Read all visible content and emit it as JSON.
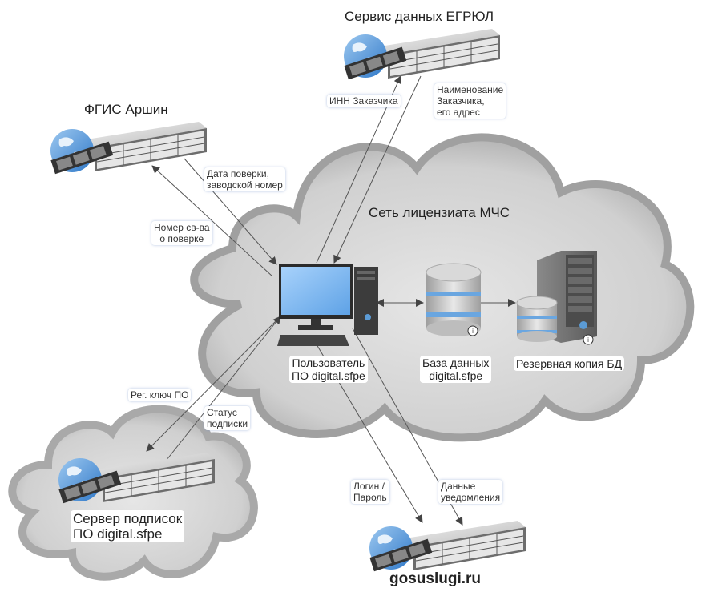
{
  "nodes": {
    "egrul": {
      "title": "Сервис данных ЕГРЮЛ",
      "icon": "web-server-icon"
    },
    "arshin": {
      "title": "ФГИС Аршин",
      "icon": "web-server-icon"
    },
    "network": {
      "title": "Сеть лицензиата МЧС",
      "icon": "cloud-icon"
    },
    "user": {
      "line1": "Пользователь",
      "line2": "ПО digital.sfpe",
      "icon": "workstation-icon"
    },
    "db": {
      "line1": "База данных",
      "line2": "digital.sfpe",
      "icon": "database-icon"
    },
    "backup": {
      "title": "Резервная копия БД",
      "icon": "backup-server-icon"
    },
    "subscriptions": {
      "line1": "Сервер подписок",
      "line2": "ПО digital.sfpe",
      "icon": "web-server-icon"
    },
    "gosuslugi": {
      "title": "gosuslugi.ru",
      "icon": "web-server-icon"
    }
  },
  "edges": [
    {
      "id": "inn",
      "lines": [
        "ИНН Заказчика"
      ]
    },
    {
      "id": "name",
      "lines": [
        "Наименование",
        "Заказчика,",
        "его адрес"
      ]
    },
    {
      "id": "date",
      "lines": [
        "Дата поверки,",
        "заводской номер"
      ]
    },
    {
      "id": "cert",
      "lines": [
        "Номер св-ва",
        "о поверке"
      ]
    },
    {
      "id": "regkey",
      "lines": [
        "Рег. ключ ПО"
      ]
    },
    {
      "id": "status",
      "lines": [
        "Статус",
        "подписки"
      ]
    },
    {
      "id": "login",
      "lines": [
        "Логин /",
        "Пароль"
      ]
    },
    {
      "id": "notify",
      "lines": [
        "Данные",
        "уведомления"
      ]
    }
  ],
  "colors": {
    "cloud": "#c9c9c9",
    "cloud_edge": "#9a9a9a",
    "screen": "#7fb6ee",
    "accent": "#5b9bd5"
  }
}
